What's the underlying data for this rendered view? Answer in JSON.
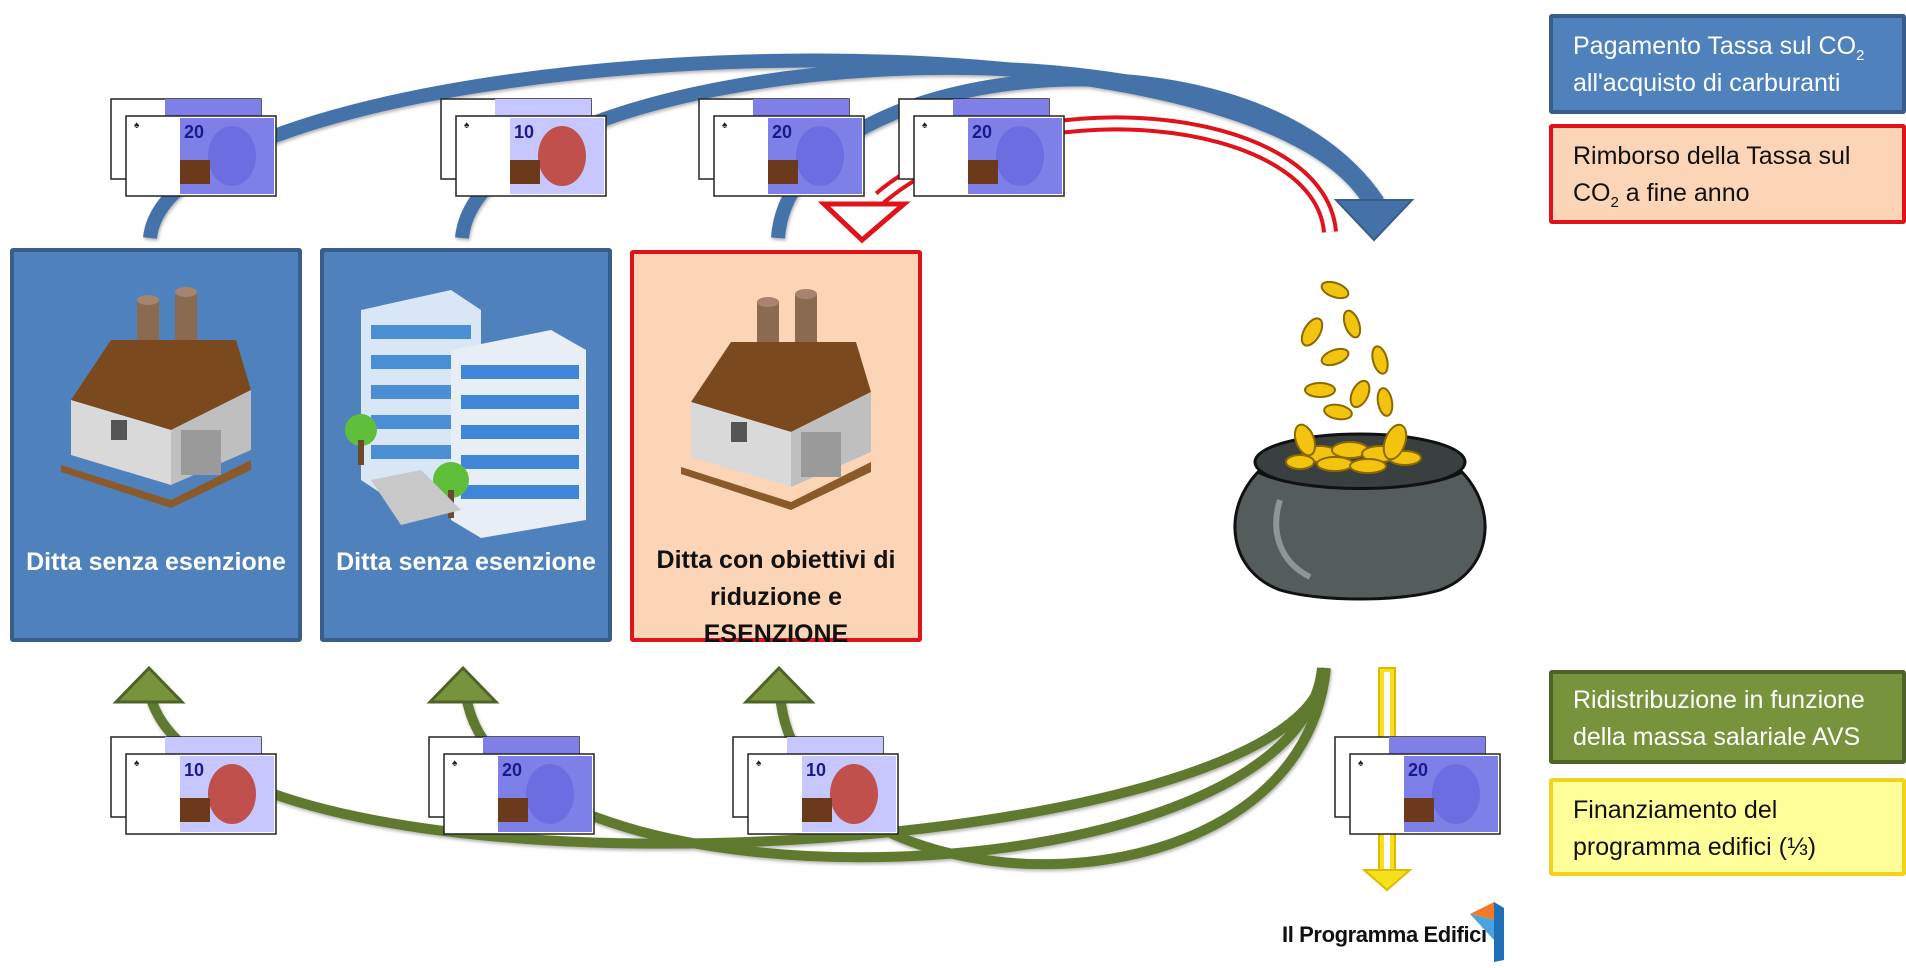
{
  "companies": [
    {
      "label": "Ditta senza esenzione",
      "icon": "factory-icon"
    },
    {
      "label": "Ditta senza esenzione",
      "icon": "office-buildings-icon"
    },
    {
      "label": "Ditta con obiettivi di riduzione e ESENZIONE",
      "icon": "factory-icon"
    }
  ],
  "legend": {
    "tax_line1": "Pagamento Tassa sul CO",
    "tax_sub": "2",
    "tax_line2": "all'acquisto di carburanti",
    "refund_line1": "Rimborso della Tassa sul",
    "refund_line2_pre": "CO",
    "refund_sub": "2",
    "refund_line2_post": " a fine anno",
    "redistribution_line1": "Ridistribuzione in funzione",
    "redistribution_line2": "della massa salariale AVS",
    "funding_line1": "Finanziamento del",
    "funding_line2": "programma edifici (⅓)"
  },
  "banknotes": {
    "top": [
      "20",
      "10",
      "20",
      "20"
    ],
    "bottom": [
      "10",
      "20",
      "10",
      "20"
    ]
  },
  "logo": {
    "text": "Il Programma Edifici"
  },
  "colors": {
    "tax_flow": "#4472a8",
    "refund_flow": "#e0121a",
    "redistribution_flow": "#5f7a2e",
    "funding_flow": "#f5e01c",
    "company_blue": "#4f81bd",
    "company_exempt": "#fbd5b5"
  },
  "icons": {
    "pot": "pot-of-gold-icon",
    "banknote": "swiss-franc-banknote-icon",
    "logo": "programma-edifici-logo-icon"
  }
}
